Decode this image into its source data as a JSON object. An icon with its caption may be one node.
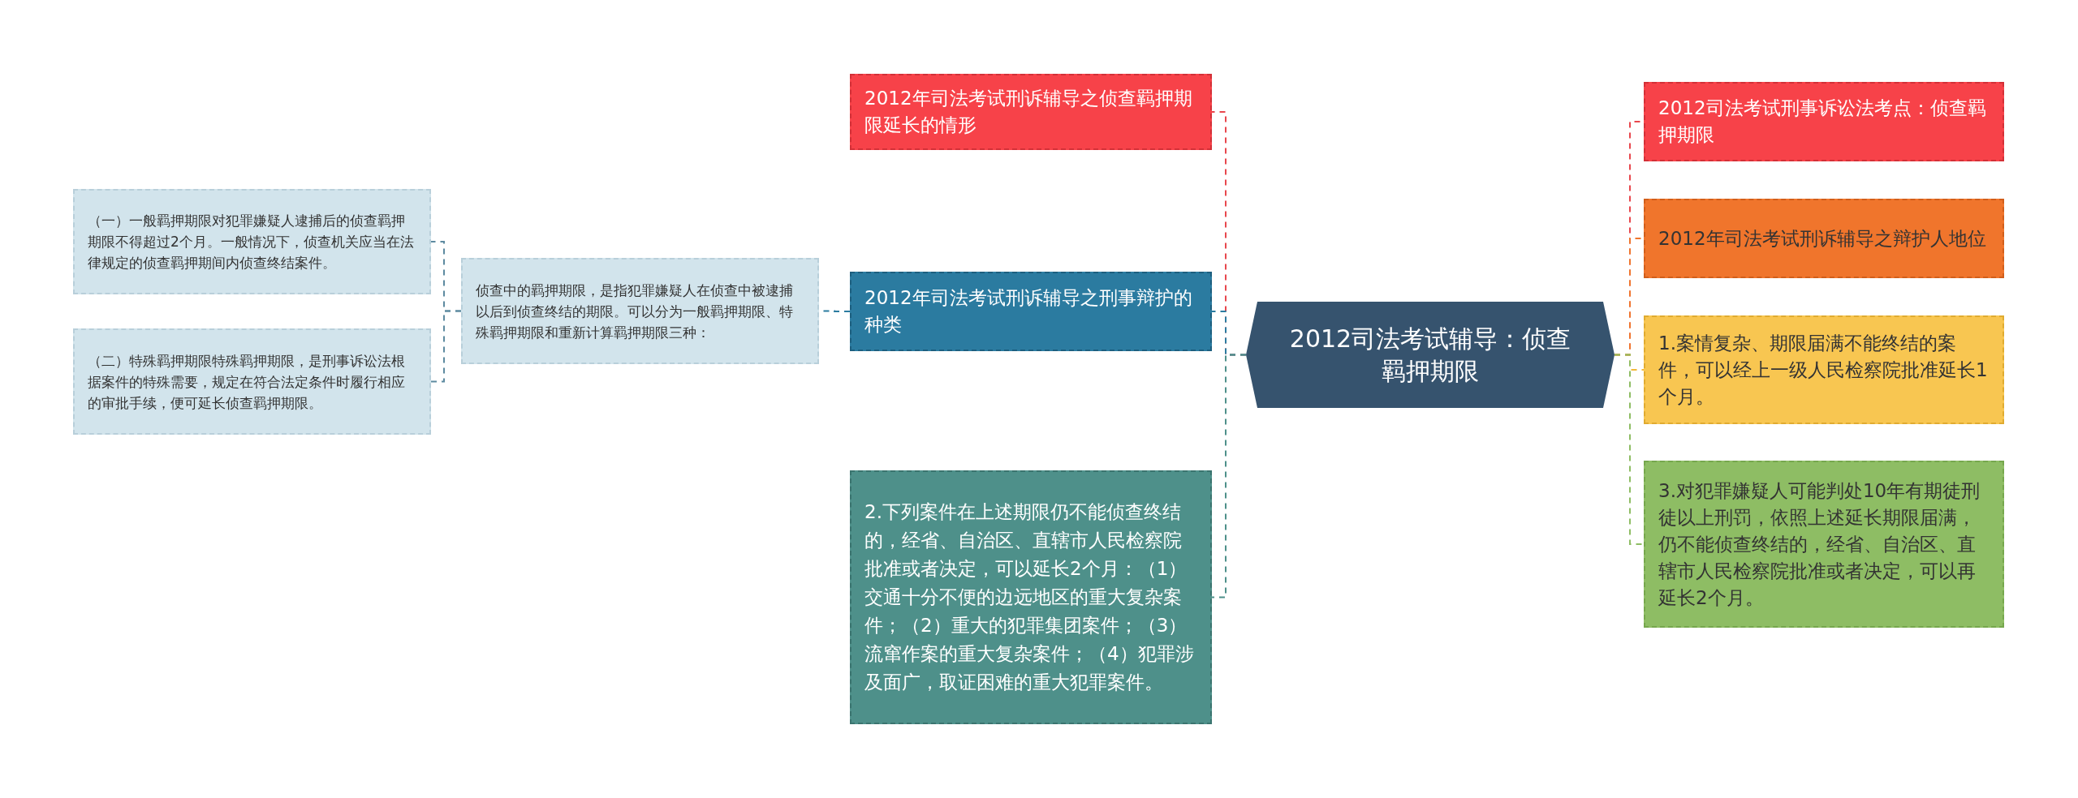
{
  "diagram": {
    "nodes": [
      {
        "text": [
          "2012司法考试辅导：侦查羁押期限"
        ]
      },
      {
        "text": [
          "2012年司法考试刑诉辅导之侦查羁押期限延长的情形"
        ]
      },
      {
        "text": [
          "2012年司法考试刑诉辅导之刑事辩护的种类"
        ]
      },
      {
        "text": [
          "侦查中的羁押期限，是指犯罪嫌疑人在侦查中被逮捕以后到侦查终结的期限。可以分为一般羁押期限、特殊羁押期限和重新计算羁押期限三种："
        ]
      },
      {
        "text": [
          "（一）一般羁押期限对犯罪嫌疑人逮捕后的侦查羁押期限不得超过2个月。一般情况下，侦查机关应当在法律规定的侦查羁押期间内侦查终结案件。"
        ]
      },
      {
        "text": [
          "（二）特殊羁押期限特殊羁押期限，是刑事诉讼法根据案件的特殊需要，规定在符合法定条件时履行相应的审批手续，便可延长侦查羁押期限。"
        ]
      },
      {
        "text": [
          "2.下列案件在上述期限仍不能侦查终结的，经省、自治区、直辖市人民检察院批准或者决定，可以延长2个月：（1）交通十分不便的边远地区的重大复杂案件；（2）重大的犯罪集团案件；（3）流窜作案的重大复杂案件；（4）犯罪涉及面广，取证困难的重大犯罪案件。"
        ]
      },
      {
        "text": [
          "2012司法考试刑事诉讼法考点：侦查羁押期限"
        ]
      },
      {
        "text": [
          "2012年司法考试刑诉辅导之辩护人地位"
        ]
      },
      {
        "text": [
          "1.案情复杂、期限届满不能终结的案件，可以经上一级人民检察院批准延长1个月。"
        ]
      },
      {
        "text": [
          "3.对犯罪嫌疑人可能判处10年有期徒刑徒以上刑罚，依照上述延长期限届满，仍不能侦查终结的，经省、自治区、直辖市人民检察院批准或者决定，可以再延长2个月。"
        ]
      }
    ],
    "edges": [
      {
        "from": 0,
        "to": 1,
        "arrow": "none",
        "style": "dashed",
        "color": "#e8474d"
      },
      {
        "from": 0,
        "to": 2,
        "arrow": "none",
        "style": "dashed",
        "color": "#2b7ba0"
      },
      {
        "from": 2,
        "to": 3,
        "arrow": "none",
        "style": "dashed",
        "color": "#2b7ba0"
      },
      {
        "from": 3,
        "to": 4,
        "arrow": "none",
        "style": "dashed",
        "color": "#5d8aa0"
      },
      {
        "from": 3,
        "to": 5,
        "arrow": "none",
        "style": "dashed",
        "color": "#5d8aa0"
      },
      {
        "from": 0,
        "to": 6,
        "arrow": "none",
        "style": "dashed",
        "color": "#4e908a"
      },
      {
        "from": 0,
        "to": 7,
        "arrow": "none",
        "style": "dashed",
        "color": "#e8474d"
      },
      {
        "from": 0,
        "to": 8,
        "arrow": "none",
        "style": "dashed",
        "color": "#f0752c"
      },
      {
        "from": 0,
        "to": 9,
        "arrow": "none",
        "style": "dashed",
        "color": "#f2b93b"
      },
      {
        "from": 0,
        "to": 10,
        "arrow": "none",
        "style": "dashed",
        "color": "#8ebd64"
      }
    ]
  }
}
